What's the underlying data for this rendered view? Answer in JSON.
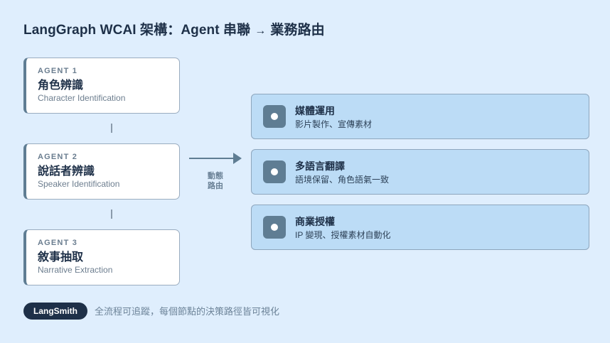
{
  "title": {
    "prefix": "LangGraph WCAI 架構：Agent 串聯",
    "arrow": "→",
    "suffix": "業務路由"
  },
  "agents": [
    {
      "tag": "AGENT 1",
      "name": "角色辨識",
      "name_en": "Character Identification"
    },
    {
      "tag": "AGENT 2",
      "name": "說話者辨識",
      "name_en": "Speaker Identification"
    },
    {
      "tag": "AGENT 3",
      "name": "敘事抽取",
      "name_en": "Narrative Extraction"
    }
  ],
  "routing": {
    "label_line1": "動態",
    "label_line2": "路由"
  },
  "business": [
    {
      "icon": "dot-icon",
      "title": "媒體運用",
      "subtitle": "影片製作、宣傳素材"
    },
    {
      "icon": "dot-icon",
      "title": "多語言翻譯",
      "subtitle": "語境保留、角色語氣一致"
    },
    {
      "icon": "dot-icon",
      "title": "商業授權",
      "subtitle": "IP 變現、授權素材自動化"
    }
  ],
  "footer": {
    "badge": "LangSmith",
    "text": "全流程可追蹤，每個節點的決策路徑皆可視化"
  },
  "colors": {
    "background": "#dfeefd",
    "primary_dark": "#1e3048",
    "accent": "#5f7d93",
    "business_card": "#bcdcf6",
    "agent_card": "#ffffff"
  }
}
